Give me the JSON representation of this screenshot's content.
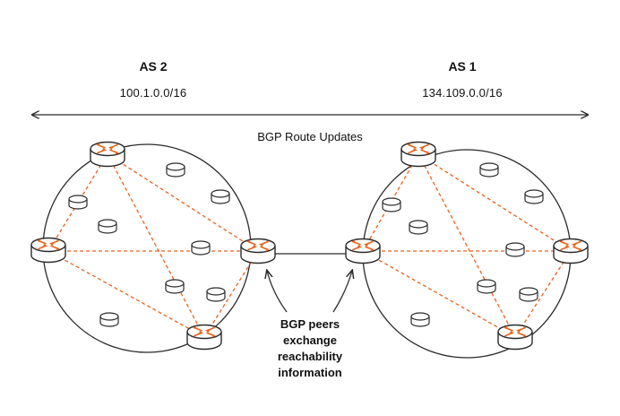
{
  "as_right": {
    "name": "AS 1",
    "prefix": "134.109.0.0/16"
  },
  "as_left": {
    "name": "AS 2",
    "prefix": "100.1.0.0/16"
  },
  "center_label": "BGP Route Updates",
  "peers_caption": [
    "BGP peers",
    "exchange",
    "reachability",
    "information"
  ],
  "colors": {
    "accent": "#e8631c",
    "stroke": "#2a2a2a",
    "text": "#111111"
  }
}
